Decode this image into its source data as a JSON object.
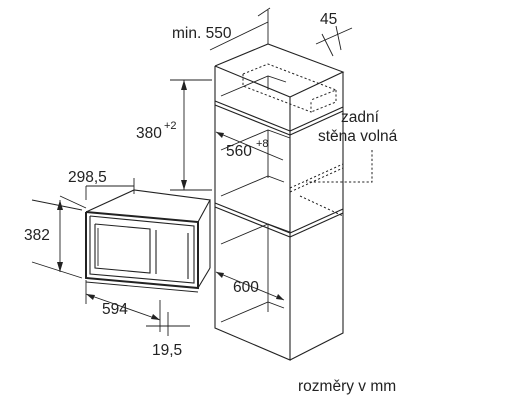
{
  "dimensions": {
    "min_550": "min. 550",
    "d45": "45",
    "h380": "380",
    "h380_tol": "+2",
    "d560": "560",
    "d560_tol": "+8",
    "d600": "600",
    "d298": "298,5",
    "h382": "382",
    "w594": "594",
    "d19": "19,5"
  },
  "notes": {
    "back_wall_line1": "zadní",
    "back_wall_line2": "stěna volná",
    "units": "rozměry v mm"
  }
}
